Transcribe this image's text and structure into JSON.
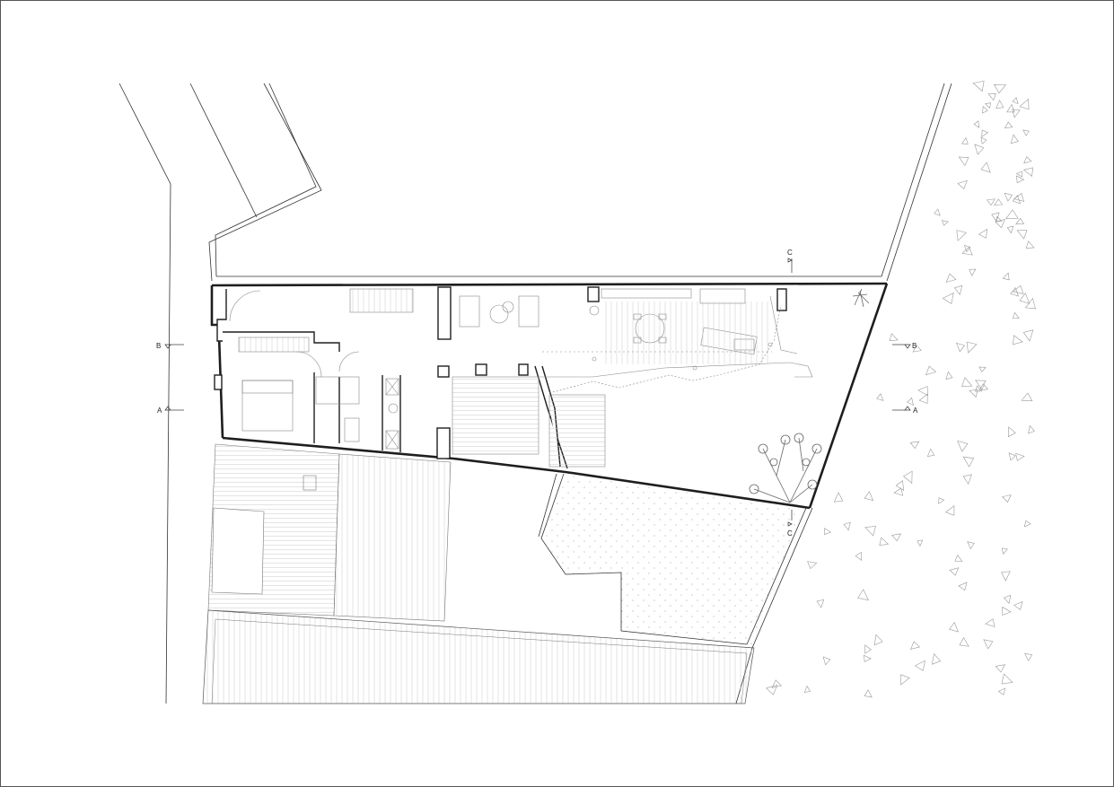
{
  "sheet": {
    "line_color": "#2b2b2b",
    "hatch_color": "#bdbdbd"
  },
  "section_markers": [
    {
      "id": "b-left",
      "letter": "B"
    },
    {
      "id": "a-left",
      "letter": "A"
    },
    {
      "id": "b-right",
      "letter": "B"
    },
    {
      "id": "a-right",
      "letter": "A"
    },
    {
      "id": "c-top",
      "letter": "C"
    },
    {
      "id": "c-bottom",
      "letter": "C"
    }
  ],
  "legend": {
    "icons": [
      "tree-icon",
      "shrub-icon",
      "vegetation-triangle-icon",
      "section-arrow-icon"
    ]
  }
}
